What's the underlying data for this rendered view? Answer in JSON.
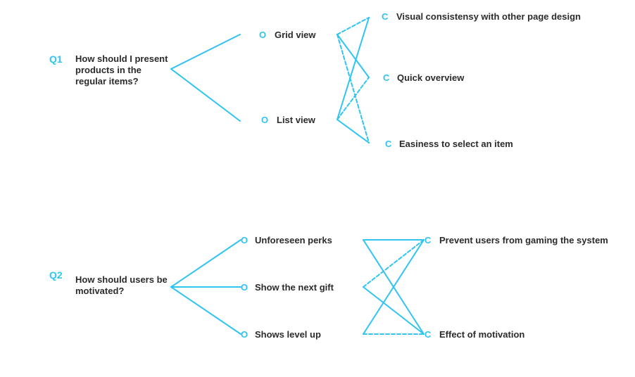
{
  "accent_color": "#2fc4f2",
  "q1": {
    "label": "Q1",
    "question": "How should I present\nproducts in the\nregular items?",
    "options": [
      {
        "marker": "O",
        "text": "Grid view"
      },
      {
        "marker": "O",
        "text": "List view"
      }
    ],
    "criteria": [
      {
        "marker": "C",
        "text": "Visual consistensy with other page design"
      },
      {
        "marker": "C",
        "text": "Quick overview"
      },
      {
        "marker": "C",
        "text": "Easiness to select an item"
      }
    ]
  },
  "q2": {
    "label": "Q2",
    "question": "How should users be\nmotivated?",
    "options": [
      {
        "marker": "O",
        "text": "Unforeseen perks"
      },
      {
        "marker": "O",
        "text": "Show the next gift"
      },
      {
        "marker": "O",
        "text": "Shows level up"
      }
    ],
    "criteria": [
      {
        "marker": "C",
        "text": "Prevent users from gaming the system"
      },
      {
        "marker": "C",
        "text": "Effect of motivation"
      }
    ]
  }
}
